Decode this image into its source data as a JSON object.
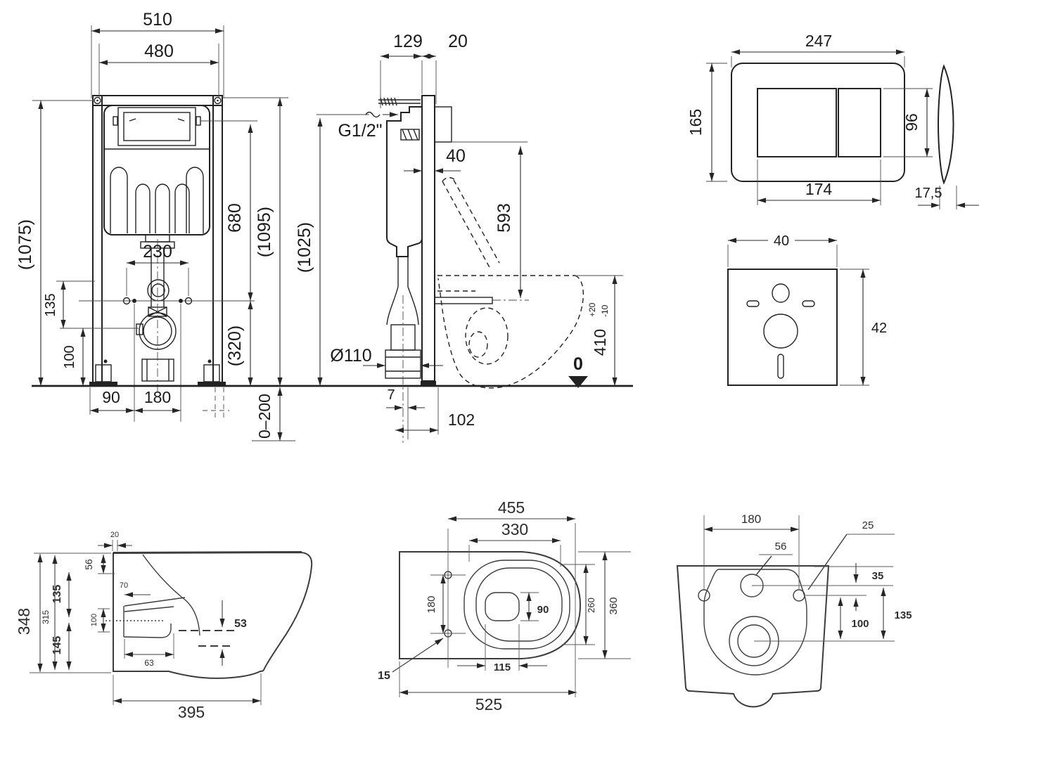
{
  "drawing": {
    "frame_front": {
      "w510": "510",
      "w480": "480",
      "h1075": "(1075)",
      "h680": "680",
      "h1095": "(1095)",
      "w230": "230",
      "v135": "135",
      "v100": "100",
      "v320": "(320)",
      "w90": "90",
      "w180": "180",
      "floor_range": "0–200"
    },
    "frame_side": {
      "d129": "129",
      "d20": "20",
      "thread": "G1/2\"",
      "d40": "40",
      "d593": "593",
      "h1025": "(1025)",
      "dia110": "Ø110",
      "d410": "410",
      "tol_plus": "+20",
      "tol_minus": "-10",
      "zero": "0",
      "d7": "7",
      "d102": "102"
    },
    "flush_plate": {
      "w247": "247",
      "h165": "165",
      "h96": "96",
      "w174": "174",
      "t17": "17,5"
    },
    "sound_pad": {
      "w40": "40",
      "h42": "42"
    },
    "bowl_side": {
      "h348": "348",
      "h315": "315",
      "t20": "20",
      "d56": "56",
      "d135": "135",
      "d145": "145",
      "d70": "70",
      "d100": "100",
      "d63": "63",
      "d53": "53",
      "l395": "395"
    },
    "bowl_top": {
      "d455": "455",
      "d330": "330",
      "d180": "180",
      "d90": "90",
      "d260": "260",
      "d360": "360",
      "d115": "115",
      "d15": "15",
      "d525": "525"
    },
    "bowl_back": {
      "d180": "180",
      "d56": "56",
      "d25": "25",
      "d35": "35",
      "d100": "100",
      "d135": "135"
    }
  }
}
